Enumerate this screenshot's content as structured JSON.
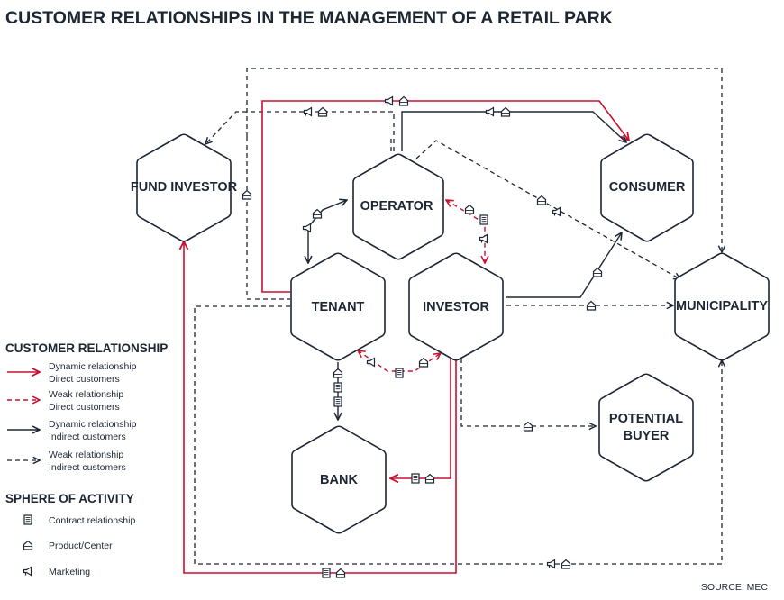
{
  "title": "CUSTOMER RELATIONSHIPS IN THE MANAGEMENT OF A RETAIL PARK",
  "nodes": {
    "operator": "OPERATOR",
    "fund_investor": "FUND INVESTOR",
    "consumer": "CONSUMER",
    "tenant": "TENANT",
    "investor": "INVESTOR",
    "municipality": "MUNICIPALITY",
    "potential_buyer_line1": "POTENTIAL",
    "potential_buyer_line2": "BUYER",
    "bank": "BANK"
  },
  "legend": {
    "relationship_heading": "CUSTOMER RELATIONSHIP",
    "items": [
      {
        "line1": "Dynamic relationship",
        "line2": "Direct customers"
      },
      {
        "line1": "Weak relationship",
        "line2": "Direct customers"
      },
      {
        "line1": "Dynamic relationship",
        "line2": "Indirect customers"
      },
      {
        "line1": "Weak relationship",
        "line2": "Indirect customers"
      }
    ],
    "sphere_heading": "SPHERE OF ACTIVITY",
    "spheres": [
      {
        "label": "Contract relationship",
        "icon": "contract-icon"
      },
      {
        "label": "Product/Center",
        "icon": "product-center-icon"
      },
      {
        "label": "Marketing",
        "icon": "marketing-icon"
      }
    ]
  },
  "source": "SOURCE: MEC",
  "colors": {
    "red": "#c8102e",
    "ink": "#1d2633"
  }
}
